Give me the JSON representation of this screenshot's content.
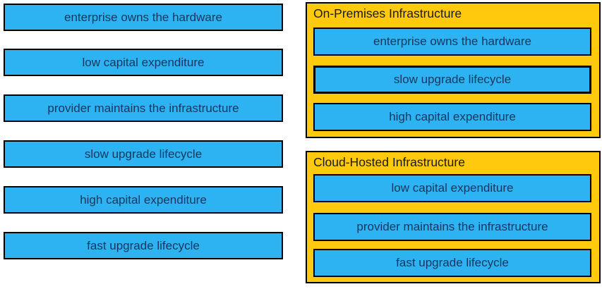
{
  "colors": {
    "item_blue": "#2DB2F2",
    "container_yellow": "#FFC90E",
    "border_black": "#000000",
    "item_text": "#17375E",
    "title_text": "#1A1A1A",
    "page_background": "#FFFFFF"
  },
  "source_items": [
    {
      "label": "enterprise owns the hardware"
    },
    {
      "label": "low capital expenditure"
    },
    {
      "label": "provider maintains the infrastructure"
    },
    {
      "label": "slow upgrade lifecycle"
    },
    {
      "label": "high capital expenditure"
    },
    {
      "label": "fast upgrade lifecycle"
    }
  ],
  "targets": [
    {
      "title": "On-Premises Infrastructure",
      "items": [
        {
          "label": "enterprise owns the hardware",
          "emphasized": false
        },
        {
          "label": "slow upgrade lifecycle",
          "emphasized": true
        },
        {
          "label": "high capital expenditure",
          "emphasized": false
        }
      ]
    },
    {
      "title": "Cloud-Hosted Infrastructure",
      "items": [
        {
          "label": "low capital expenditure",
          "emphasized": false
        },
        {
          "label": "provider maintains the infrastructure",
          "emphasized": false
        },
        {
          "label": "fast upgrade lifecycle",
          "emphasized": false
        }
      ]
    }
  ]
}
